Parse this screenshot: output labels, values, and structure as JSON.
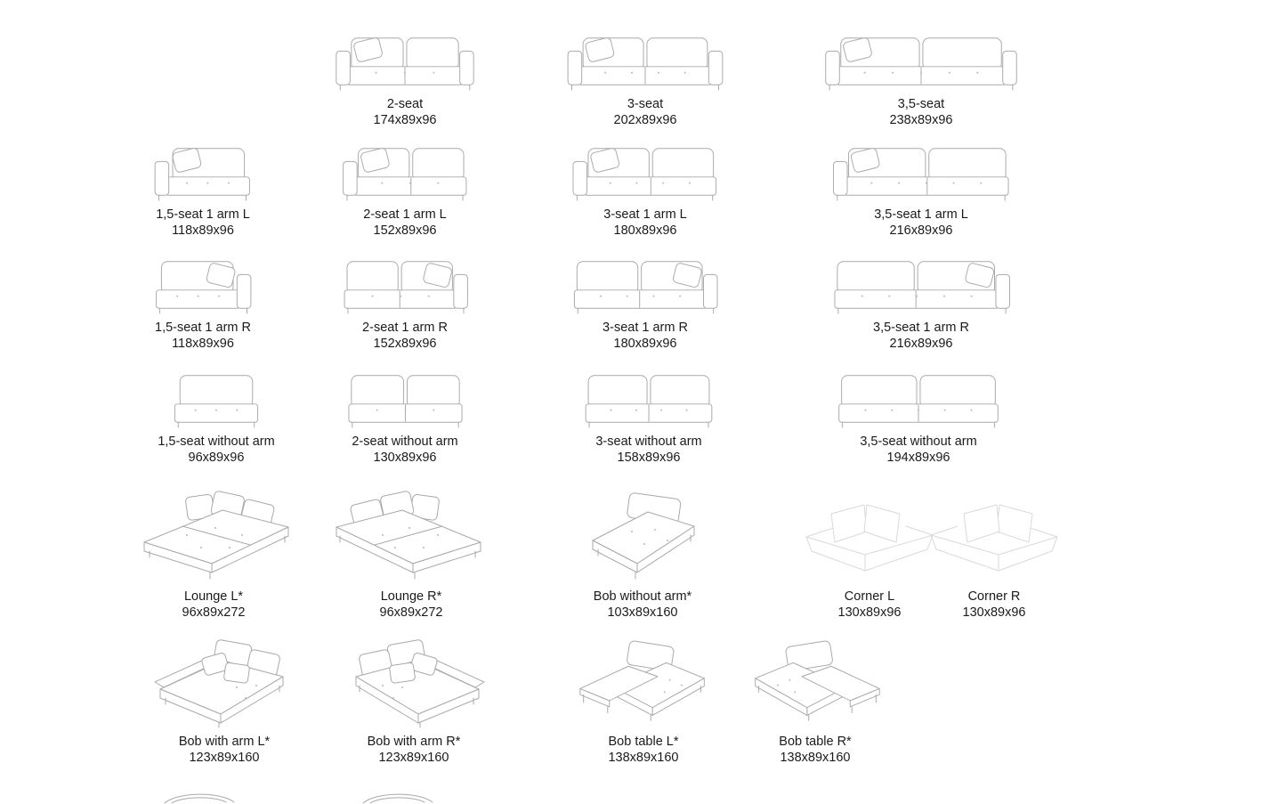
{
  "page": {
    "background": "#ffffff",
    "text_color": "#1a1a1a",
    "line_color": "#a9a9a9",
    "faint_line_color": "#d9d9d9"
  },
  "cells": [
    {
      "name": "2-seat",
      "dims": "174x89x96"
    },
    {
      "name": "3-seat",
      "dims": "202x89x96"
    },
    {
      "name": "3,5-seat",
      "dims": "238x89x96"
    },
    {
      "name": "1,5-seat 1 arm L",
      "dims": "118x89x96"
    },
    {
      "name": "2-seat 1 arm L",
      "dims": "152x89x96"
    },
    {
      "name": "3-seat 1 arm L",
      "dims": "180x89x96"
    },
    {
      "name": "3,5-seat 1 arm L",
      "dims": "216x89x96"
    },
    {
      "name": "1,5-seat 1 arm R",
      "dims": "118x89x96"
    },
    {
      "name": "2-seat 1 arm R",
      "dims": "152x89x96"
    },
    {
      "name": "3-seat 1 arm R",
      "dims": "180x89x96"
    },
    {
      "name": "3,5-seat 1 arm R",
      "dims": "216x89x96"
    },
    {
      "name": "1,5-seat without arm",
      "dims": "96x89x96"
    },
    {
      "name": "2-seat without arm",
      "dims": "130x89x96"
    },
    {
      "name": "3-seat without arm",
      "dims": "158x89x96"
    },
    {
      "name": "3,5-seat without arm",
      "dims": "194x89x96"
    },
    {
      "name": "Lounge L*",
      "dims": "96x89x272"
    },
    {
      "name": "Lounge R*",
      "dims": "96x89x272"
    },
    {
      "name": "Bob without arm*",
      "dims": "103x89x160"
    },
    {
      "name": "Corner L",
      "dims": "130x89x96"
    },
    {
      "name": "Corner R",
      "dims": "130x89x96"
    },
    {
      "name": "Bob with arm L*",
      "dims": "123x89x160"
    },
    {
      "name": "Bob with arm R*",
      "dims": "123x89x160"
    },
    {
      "name": "Bob table L*",
      "dims": "138x89x160"
    },
    {
      "name": "Bob table R*",
      "dims": "138x89x160"
    }
  ]
}
